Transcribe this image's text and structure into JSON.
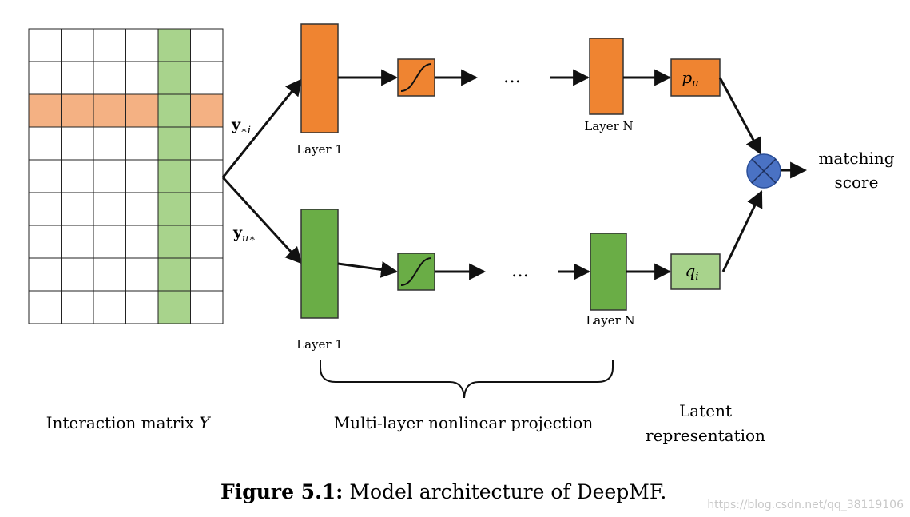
{
  "colors": {
    "orange": "#ef8431",
    "orange_light": "#f4b183",
    "green": "#6aad46",
    "green_light": "#a8d38c",
    "blue": "#4a72c4",
    "grid": "#222222"
  },
  "matrix": {
    "rows": 9,
    "cols": 6,
    "highlight_row": 2,
    "highlight_col": 4
  },
  "labels": {
    "y_col": "y",
    "y_col_sub": "∗i",
    "y_row": "y",
    "y_row_sub": "u∗",
    "top_layer1": "Layer 1",
    "top_layerN": "Layer N",
    "bottom_layer1": "Layer 1",
    "bottom_layerN": "Layer N",
    "ellipsis_top": "…",
    "ellipsis_bottom": "…",
    "p_main": "p",
    "p_sub": "u",
    "q_main": "q",
    "q_sub": "i",
    "matching_line1": "matching",
    "matching_line2": "score",
    "interaction_text": "Interaction matrix ",
    "interaction_var": "Y",
    "projection": "Multi-layer nonlinear projection",
    "latent_line1": "Latent",
    "latent_line2": "representation"
  },
  "caption": {
    "label": "Figure 5.1:",
    "text": " Model architecture of DeepMF."
  },
  "watermark": "https://blog.csdn.net/qq_38119106"
}
